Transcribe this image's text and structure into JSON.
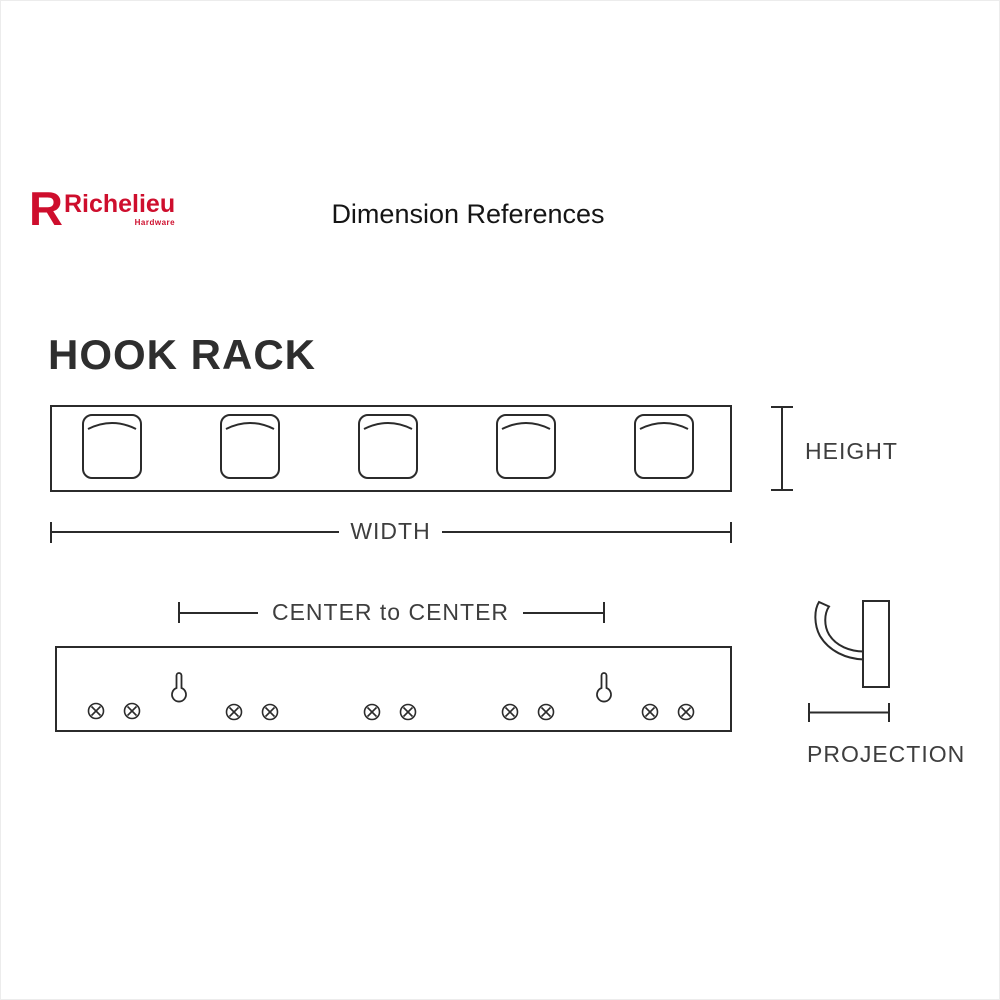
{
  "colors": {
    "brand": "#ce0e2d",
    "line": "#2b2b2b",
    "label": "#3e3e3e",
    "bg": "#ffffff"
  },
  "logo": {
    "letter": "R",
    "brand": "Richelieu",
    "sub": "Hardware"
  },
  "title": "Dimension References",
  "diagram": {
    "heading": "HOOK RACK",
    "labels": {
      "height": "HEIGHT",
      "width": "WIDTH",
      "center_to_center": "CENTER to CENTER",
      "projection": "PROJECTION"
    },
    "front_view": {
      "hook_count": 5
    },
    "bottom_view": {
      "screw_count": 10,
      "keyhole_count": 2
    }
  }
}
